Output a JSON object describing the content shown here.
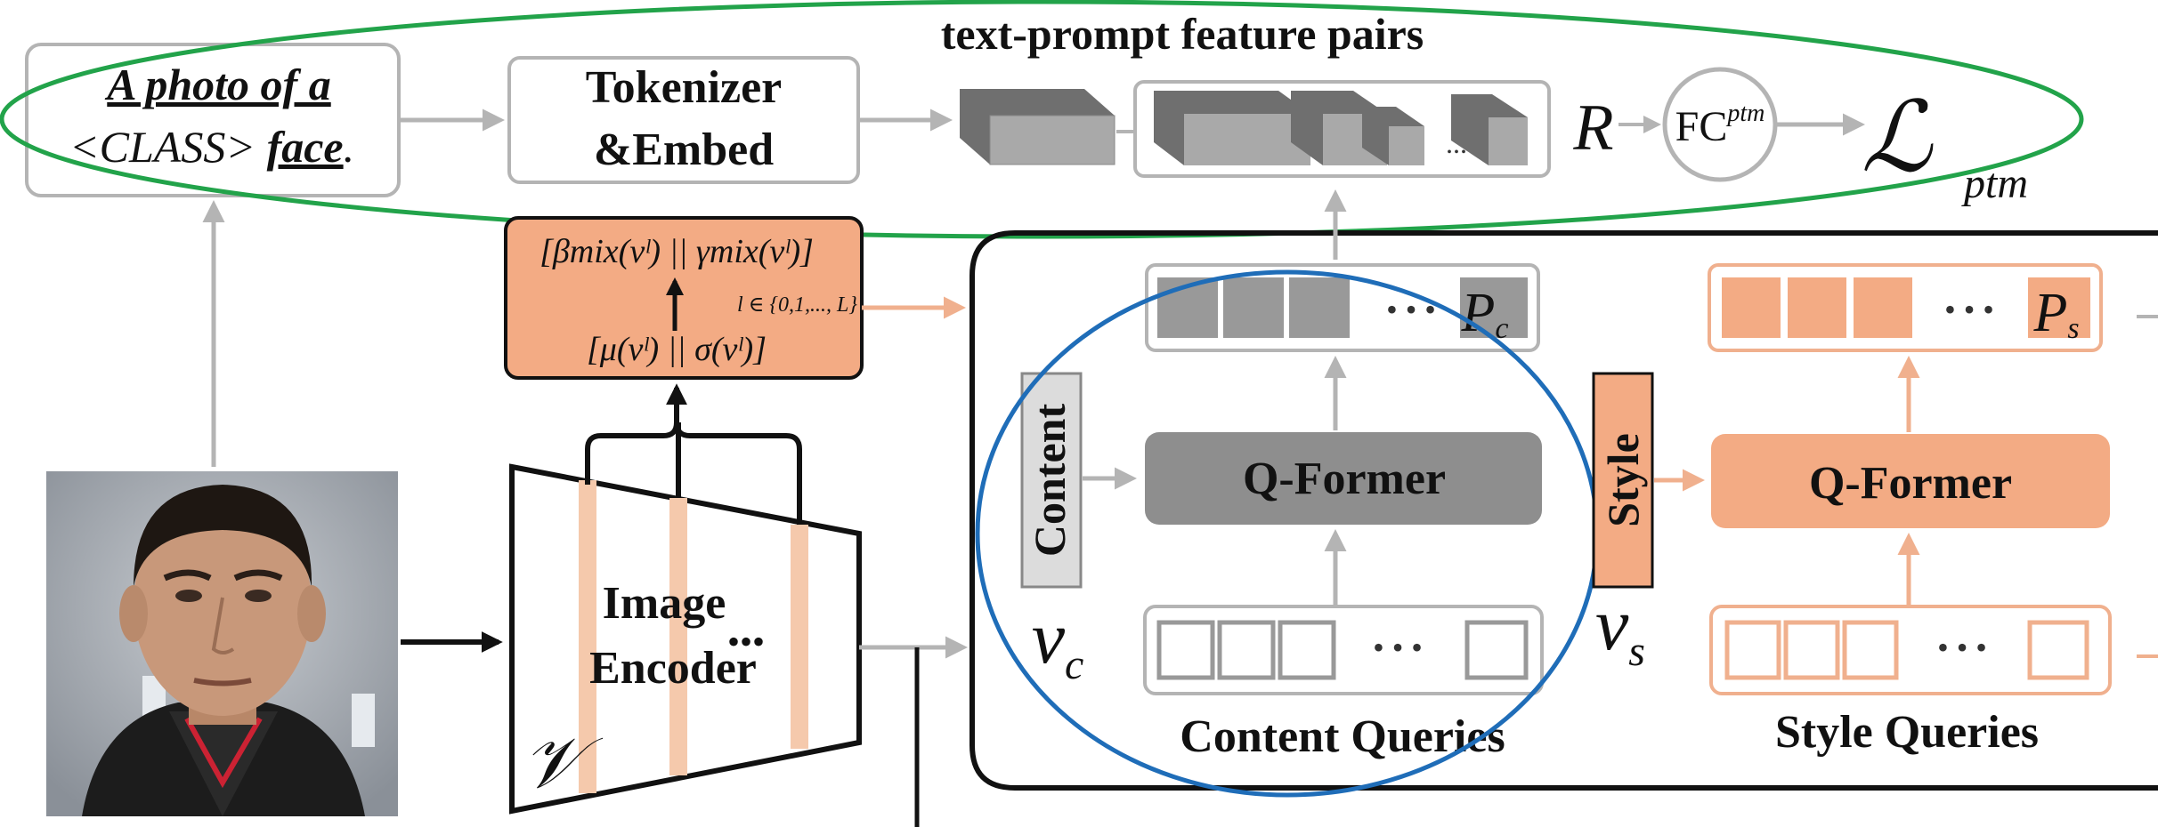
{
  "colors": {
    "gray_stroke": "#b4b4b4",
    "dark_gray": "#8e8e8e",
    "orange_fill": "#f3ab84",
    "orange_stroke": "#f0b08e",
    "green_ellipse": "#22a34a",
    "blue_circle": "#1f6db8",
    "black": "#111111"
  },
  "text_prompt": {
    "line1": "A photo of a",
    "line2_a": "<CLASS> ",
    "line2_b": "face",
    "line2_c": "."
  },
  "tokenizer": {
    "line1": "Tokenizer",
    "line2": "&Embed"
  },
  "feature_pairs_title": "text-prompt feature pairs",
  "feature_ellipsis": "...",
  "r_label": "R",
  "fc_label": {
    "main": "FC",
    "sup": "ptm"
  },
  "loss_label": {
    "main": "ℒ",
    "sub": "ptm"
  },
  "stats_box": {
    "line_top": "[βmix(vˡ) || γmix(vˡ)]",
    "index_set": "l ∈ {0,1,..., L}",
    "line_bottom": "[μ(vˡ) || σ(vˡ)]"
  },
  "encoder": {
    "line1": "Image",
    "line2": "Encoder",
    "dots": "•••",
    "var": "𝒱"
  },
  "content_branch": {
    "prompt_label": "P",
    "prompt_sub": "c",
    "dots": "• • •",
    "side_label": "Content",
    "var": "v",
    "var_sub": "c",
    "qformer": "Q-Former",
    "queries": "Content Queries"
  },
  "style_branch": {
    "prompt_label": "P",
    "prompt_sub": "s",
    "dots": "• • •",
    "side_label": "Style",
    "var": "v",
    "var_sub": "s",
    "qformer": "Q-Former",
    "queries": "Style Queries"
  }
}
